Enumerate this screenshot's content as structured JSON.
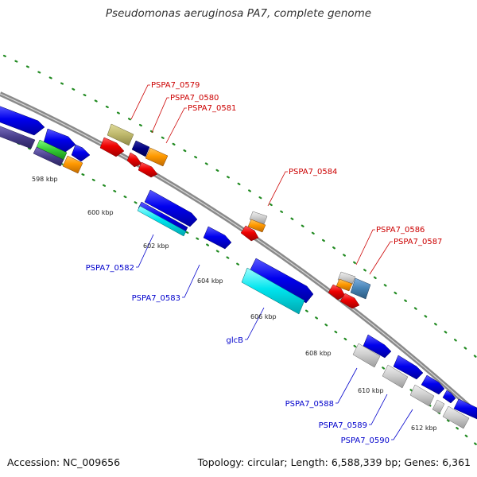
{
  "title": "Pseudomonas aeruginosa PA7, complete genome",
  "footer": {
    "accession": "Accession: NC_009656",
    "topology": "Topology: circular; Length: 6,588,339 bp; Genes: 6,361"
  },
  "ticks": [
    "598 kbp",
    "600 kbp",
    "602 kbp",
    "604 kbp",
    "606 kbp",
    "608 kbp",
    "610 kbp",
    "612 kbp"
  ],
  "labels": {
    "outer": [
      "PSPA7_0579",
      "PSPA7_0580",
      "PSPA7_0581",
      "PSPA7_0584",
      "PSPA7_0586",
      "PSPA7_0587"
    ],
    "inner": [
      "PSPA7_0582",
      "PSPA7_0583",
      "glcB",
      "PSPA7_0588",
      "PSPA7_0589",
      "PSPA7_0590"
    ]
  },
  "colors": {
    "outer_label": "#cc0000",
    "inner_label": "#0000cc",
    "backbone": "#888888",
    "tick_dots": "#228b22",
    "gene_blue": "#0000ee",
    "gene_red": "#ee0000",
    "gene_orange": "#ff9900",
    "gene_cyan": "#00e5ee",
    "gene_grey": "#c8c8c8",
    "gene_navy": "#000080",
    "gene_khaki": "#bdb76b",
    "gene_steel": "#4682b4",
    "gene_slate": "#483d8b",
    "gene_green": "#33cc33"
  }
}
